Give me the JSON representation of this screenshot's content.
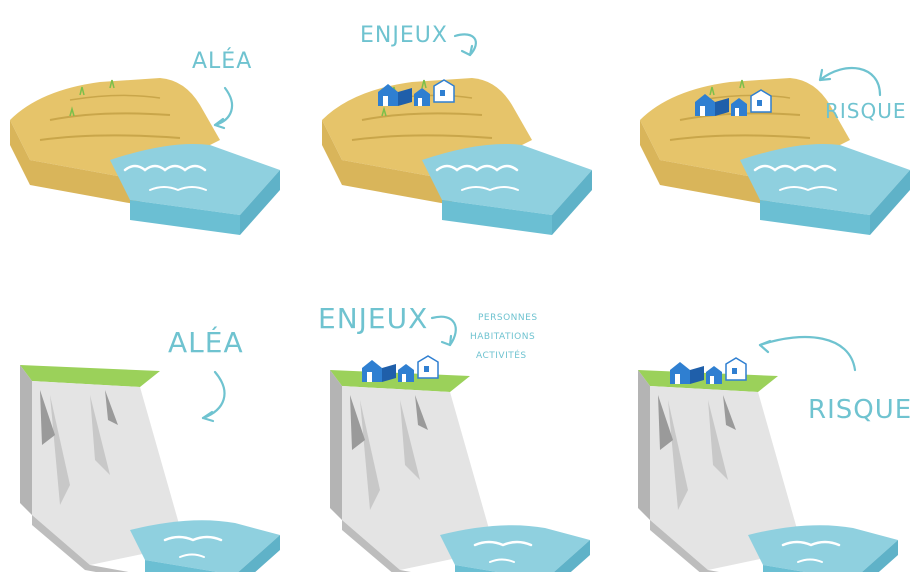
{
  "colors": {
    "sand": "#e6c46a",
    "sand_dark": "#c9a64a",
    "sand_side": "#d9b55a",
    "water": "#8fd0df",
    "water_dark": "#5fb2c8",
    "rock_light": "#e4e4e4",
    "rock_mid": "#c8c8c8",
    "rock_dark": "#9a9a9a",
    "grass": "#9bd15a",
    "house": "#2f7fd1",
    "label": "#6fc3d0"
  },
  "top_row": {
    "panel1": {
      "label": "ALÉA"
    },
    "panel2": {
      "label": "ENJEUX"
    },
    "panel3": {
      "label": "RISQUE"
    }
  },
  "bottom_row": {
    "panel1": {
      "label": "ALÉA"
    },
    "panel2": {
      "label": "ENJEUX",
      "items": [
        "PERSONNES",
        "HABITATIONS",
        "ACTIVITÉS"
      ]
    },
    "panel3": {
      "label": "RISQUE"
    }
  }
}
